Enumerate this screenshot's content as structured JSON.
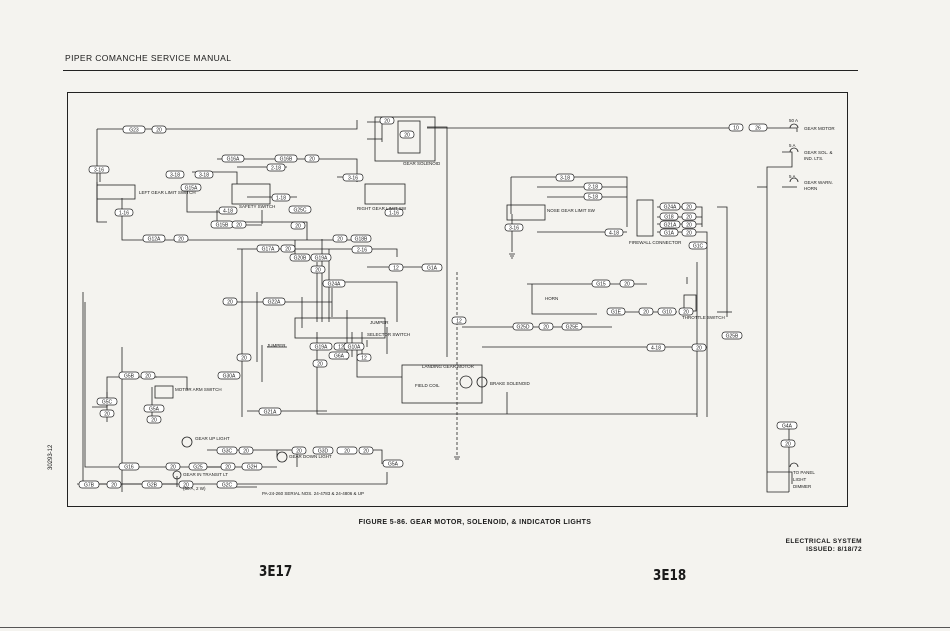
{
  "header": {
    "title": "PIPER COMANCHE SERVICE MANUAL"
  },
  "figure": {
    "caption": "FIGURE 5-86. GEAR MOTOR, SOLENOID, & INDICATOR LIGHTS",
    "side_code": "30293-12"
  },
  "footer": {
    "section": "ELECTRICAL SYSTEM",
    "issued": "ISSUED: 8/18/72",
    "page_left": "3E17",
    "page_right": "3E18"
  },
  "diagram": {
    "components": {
      "gear_solenoid": "GEAR SOLENOID",
      "left_gear_switch": "LEFT GEAR LIMIT SWITCH",
      "safety_switch": "SAFETY SWITCH",
      "right_gear_switch": "RIGHT GEAR LIMIT SW",
      "nose_gear_switch": "NOSE GEAR LIMIT SW",
      "firewall_connector": "FIREWALL CONNECTOR",
      "selector_switch": "SELECTOR SWITCH",
      "jumper_top": "JUMPER",
      "jumper_bottom": "JUMPER",
      "landing_gear_motor": "LANDING GEAR MOTOR",
      "field_coil": "FIELD COIL",
      "brake_solenoid": "BRAKE SOLENOID",
      "motor_arm_switch": "MOTOR ARM SWITCH",
      "horn": "HORN",
      "throttle_switch": "THROTTLE SWITCH",
      "gear_up_light": "GEAR UP LIGHT",
      "gear_down_light": "GEAR DOWN LIGHT",
      "transit_light": "GEAR IN TRANSIT LT",
      "transit_light_spec": "(50 A, 2 W)",
      "serial_note": "PA-24-260 SERIAL NOS. 24-4783 & 24-4806 & UP"
    },
    "right_side": {
      "cb_motor": "50 A",
      "gear_motor": "GEAR MOTOR",
      "cb_sol": "5 A",
      "gear_sol": "GEAR SOL. &",
      "ind_lts": "IND. LTS.",
      "cb_warn": "5 A",
      "gear_warn": "GEAR WARN.",
      "horn_lbl": "HORN",
      "to_panel": "TO PANEL",
      "light": "LIGHT",
      "dimmer": "DIMMER"
    },
    "wires": {
      "top_left_1": "G23",
      "top_left_2": "20",
      "left_3_16": "3-16",
      "left_1_16": "1-16",
      "g12a": "G12A",
      "g12a_20": "20",
      "s18": "3-18",
      "s18b": "3-18",
      "g15a": "G15A",
      "g16a": "G16A",
      "g16b": "G16B",
      "g16_20": "20",
      "two18": "2-18",
      "four18": "4-18",
      "one18": "1-18",
      "g15b": "G15B",
      "g15b_20": "20",
      "g25c": "G25C",
      "s20_3": "20",
      "s3_16": "3-16",
      "s1_16": "1-16",
      "g17a": "G17A",
      "g17_20": "20",
      "g20b": "G20B",
      "g19a": "G19A",
      "sol_20a": "20",
      "sol_20b": "20",
      "sol_right_10": "10",
      "sol_right_26": "26",
      "s20_g18": "20",
      "s18b_lbl": "G18B",
      "s2_16": "2-16",
      "s12": "12",
      "g1a": "G1A",
      "g22a_20": "20",
      "g22a": "G22A",
      "g24a": "G24A",
      "s20_mid": "20",
      "g19a_lbl": "G19A",
      "s12_mid": "12",
      "g10a": "G10A",
      "g6a": "G6A",
      "s12_b": "12",
      "s20b_lbl": "20",
      "g30a": "G30A",
      "s12_c": "12",
      "g21a": "G21A",
      "s20_left": "20",
      "g5b": "G5B",
      "s20_g5b": "20",
      "g5c": "G5C",
      "s20_g5c": "20",
      "g5a": "G5A",
      "s20_bot": "20",
      "g3c": "G3C",
      "s20_g3c": "20",
      "s20_down": "20",
      "g3d": "G3D",
      "s20_g3d": "20",
      "s20_down2": "20",
      "g5a_b": "G5A",
      "n3_18": "3-18",
      "n2_18": "2-18",
      "n5_18": "5-18",
      "n3_16": "3-16",
      "n4_18": "4-18",
      "fw_g24a": "G24A",
      "fw_20a": "20",
      "fw_g18": "G18",
      "fw_20b": "20",
      "fw_g21a": "G21A",
      "fw_20c": "20",
      "fw_g1a": "G1A",
      "fw_20d": "20",
      "g1c": "G1C",
      "g15": "G15",
      "g15_20": "20",
      "g1e": "G1E",
      "g1e_20": "20",
      "g10": "G10",
      "g10_20": "20",
      "g25d": "G25D",
      "g25_20": "20",
      "g25e": "G25E",
      "g25b": "G25B",
      "s4_18": "4-18",
      "s4_18_20": "20",
      "g4a": "G4A",
      "s20_g4a": "20",
      "g16_bot": "G16",
      "s20_g16": "20",
      "g25": "G25",
      "s20_g25": "20",
      "g2h": "G2H",
      "g7b": "G7B",
      "s20_g7b": "20",
      "g2b": "G2B",
      "s20_g2b": "20",
      "g2c": "G2C"
    }
  }
}
